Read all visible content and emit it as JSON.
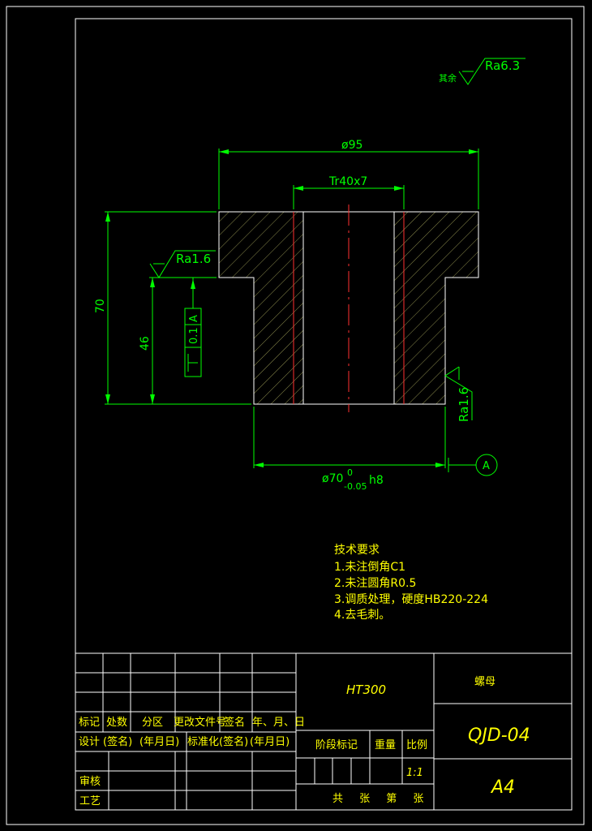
{
  "surface_finish_general": {
    "prefix": "其余",
    "value": "Ra6.3"
  },
  "dimensions": {
    "outer_diameter": "ø95",
    "thread": "Tr40x7",
    "height_total": "70",
    "height_shoulder": "46",
    "spigot_prefix": "ø70",
    "spigot_tol_upper": "0",
    "spigot_tol_lower": "-0.05",
    "spigot_fit": "h8",
    "ra_left": "Ra1.6",
    "ra_right": "Ra1.6",
    "perp_tol": "0.1",
    "perp_datum": "A",
    "datum_label": "A"
  },
  "tech_requirements": {
    "title": "技术要求",
    "items": [
      "1.未注倒角C1",
      "2.未注圆角R0.5",
      "3.调质处理，硬度HB220-224",
      "4.去毛刺。"
    ]
  },
  "title_block": {
    "material": "HT300",
    "part_name": "螺母",
    "drawing_no": "QJD-04",
    "sheet_size": "A4",
    "scale_value": "1:1",
    "row_labels": {
      "biaoji": "标记",
      "chushu": "处数",
      "fenqu": "分区",
      "gaiwen": "更改文件号",
      "qianming": "签名",
      "nianyue": "年、月、日",
      "sheji": "设计",
      "qianming2": "(签名)",
      "nianyueri": "(年月日)",
      "biaozhunhua": "标准化",
      "qianming3": "(签名)",
      "nianyueri2": "(年月日)",
      "shenhe": "审核",
      "gongyi": "工艺"
    },
    "stage_label": "阶段标记",
    "weight_label": "重量",
    "scale_label": "比例",
    "sheets_text": "共 张 第 张"
  },
  "colors": {
    "geometry": "#ffffff",
    "dimension": "#00ff00",
    "centerline": "#ff3030",
    "text": "#ffff00",
    "background": "#000000"
  }
}
